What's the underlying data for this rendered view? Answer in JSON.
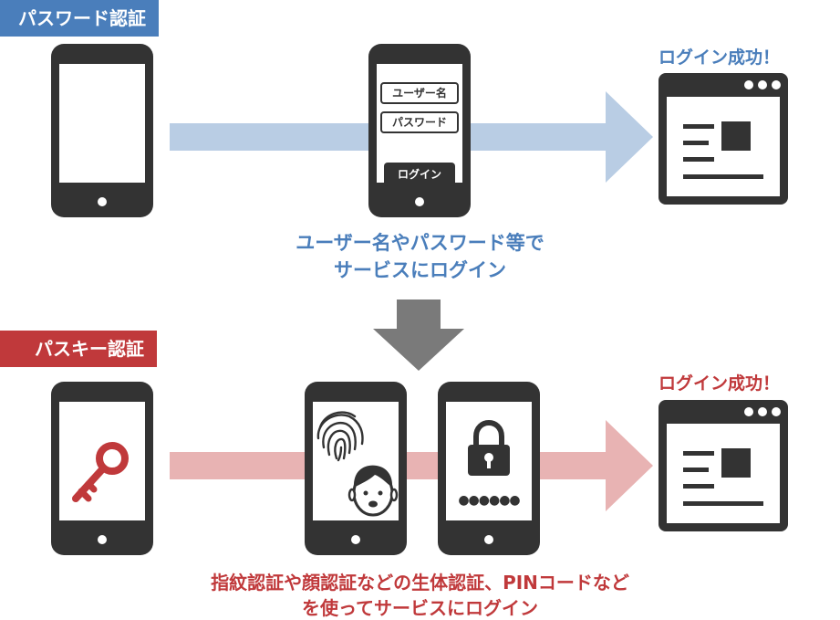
{
  "colors": {
    "password_blue": "#4a7ebb",
    "password_arrow": "#b9cde4",
    "passkey_red": "#c0393b",
    "passkey_arrow": "#e8b3b3",
    "device_dark": "#333333",
    "down_arrow": "#7a7a7a"
  },
  "password_section": {
    "label": "パスワード認証",
    "username_field": "ユーザー名",
    "password_field": "パスワード",
    "login_button": "ログイン",
    "caption_line1": "ユーザー名やパスワード等で",
    "caption_line2": "サービスにログイン",
    "success": "ログイン成功！"
  },
  "passkey_section": {
    "label": "パスキー認証",
    "success": "ログイン成功！",
    "pin_dots": "●●●●●●",
    "caption_line1": "指紋認証や顔認証などの生体認証、PINコードなど",
    "caption_line2": "を使ってサービスにログイン"
  },
  "icons": [
    "smartphone-icon",
    "browser-window-icon",
    "fingerprint-icon",
    "face-icon",
    "padlock-icon",
    "key-icon",
    "arrow-right-icon",
    "arrow-down-icon"
  ]
}
